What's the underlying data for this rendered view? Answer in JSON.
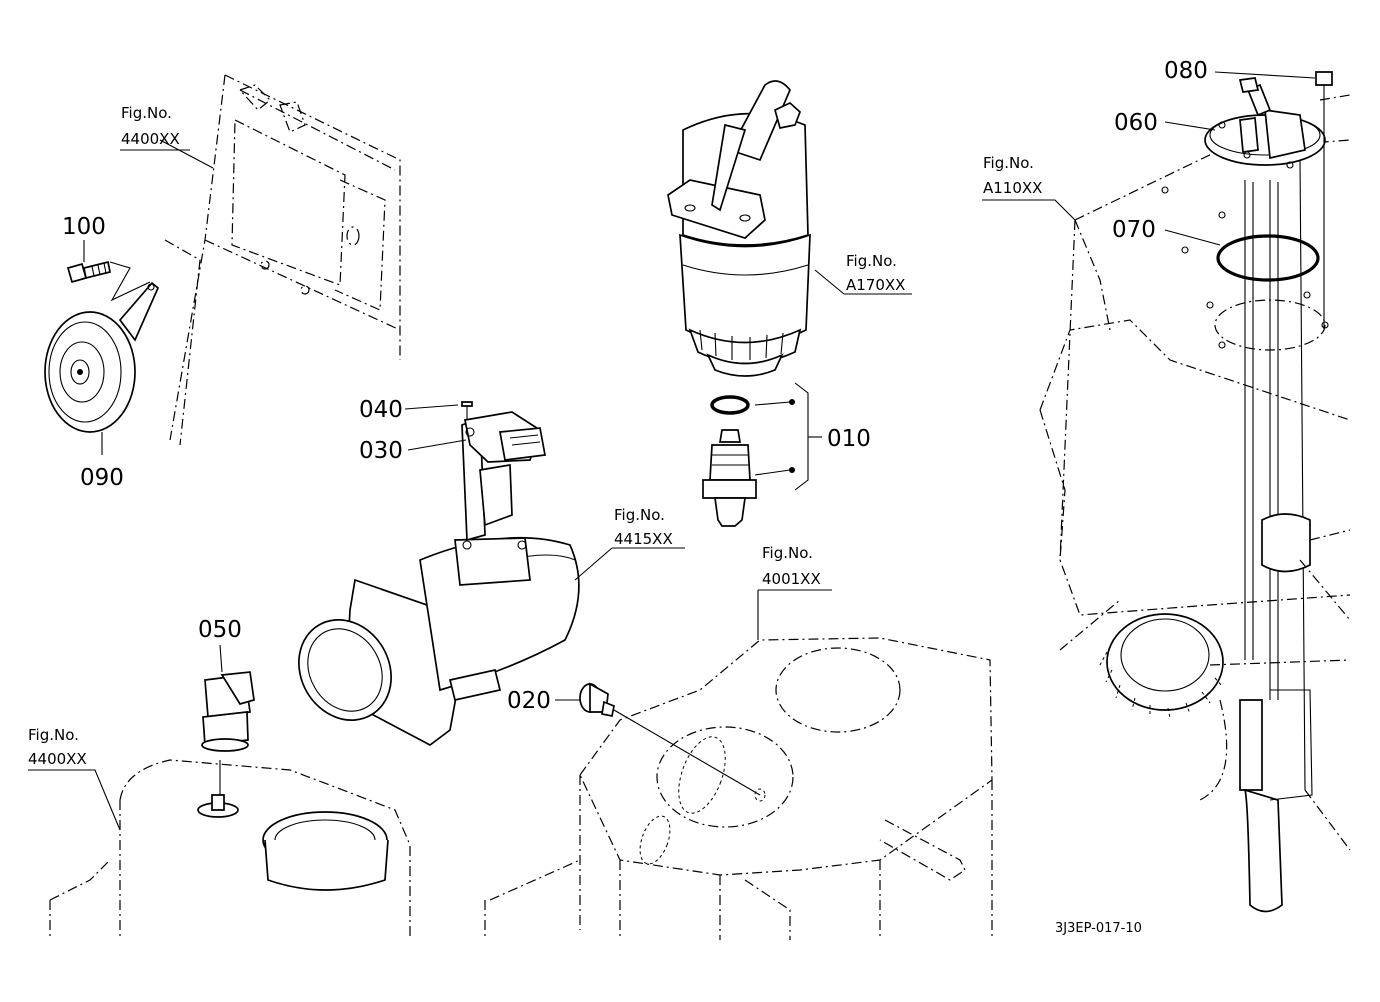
{
  "part_numbers": {
    "p010": "010",
    "p020": "020",
    "p030": "030",
    "p040": "040",
    "p050": "050",
    "p060": "060",
    "p070": "070",
    "p080": "080",
    "p090": "090",
    "p100": "100"
  },
  "figure_refs": {
    "fig_label": "Fig.No.",
    "horn_bracket": "4400XX",
    "lower_left": "4400XX",
    "fuel_filter": "A170XX",
    "air_flow_pipe": "4415XX",
    "cylinder_head": "4001XX",
    "fuel_tank": "A110XX"
  },
  "drawing_code": "3J3EP-017-10"
}
